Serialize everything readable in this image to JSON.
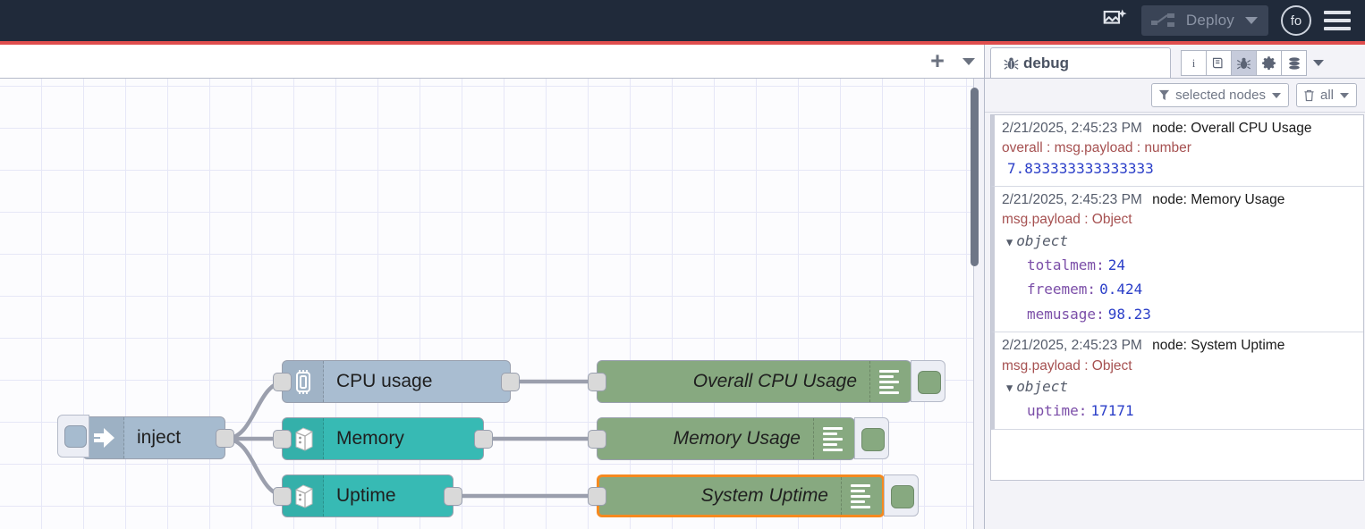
{
  "header": {
    "palette_icon": "image-sparkle-icon",
    "deploy_label": "Deploy",
    "deploy_caret": "chevron-down-icon",
    "avatar_initials": "fo",
    "menu_icon": "hamburger-menu-icon"
  },
  "workspace": {
    "add_tab_icon": "plus-icon",
    "tab_menu_icon": "chevron-down-icon"
  },
  "flow": {
    "inject": {
      "label": "inject",
      "icon": "inject-arrow-icon",
      "button_icon": "inject-button-icon"
    },
    "sources": [
      {
        "label": "CPU usage",
        "icon": "microchip-icon"
      },
      {
        "label": "Memory",
        "icon": "server-icon"
      },
      {
        "label": "Uptime",
        "icon": "server-icon"
      }
    ],
    "debug_nodes": [
      {
        "label": "Overall CPU Usage",
        "icon": "debug-lines-icon",
        "status_icon": "debug-toggle-icon",
        "selected": false
      },
      {
        "label": "Memory Usage",
        "icon": "debug-lines-icon",
        "status_icon": "debug-toggle-icon",
        "selected": false
      },
      {
        "label": "System Uptime",
        "icon": "debug-lines-icon",
        "status_icon": "debug-toggle-icon",
        "selected": true
      }
    ]
  },
  "sidebar": {
    "tab_label": "debug",
    "tab_icon": "bug-icon",
    "icons": [
      {
        "name": "info-icon",
        "glyph": "i",
        "active": false
      },
      {
        "name": "book-icon",
        "glyph": "⌸",
        "active": false
      },
      {
        "name": "bug-icon",
        "glyph": "☸",
        "active": true
      },
      {
        "name": "gear-icon",
        "glyph": "⚙",
        "active": false
      },
      {
        "name": "context-stack-icon",
        "glyph": "≡",
        "active": false
      }
    ],
    "caret_icon": "chevron-down-icon",
    "filters": [
      {
        "name": "filter-selected-nodes",
        "icon": "funnel-icon",
        "label": "selected nodes",
        "caret": "chevron-down-icon"
      },
      {
        "name": "clear-all",
        "icon": "trash-icon",
        "label": "all",
        "caret": "chevron-down-icon"
      }
    ],
    "messages": [
      {
        "timestamp": "2/21/2025, 2:45:23 PM",
        "node": "node: Overall CPU Usage",
        "topic": "overall : msg.payload : number",
        "kind": "value",
        "value": "7.833333333333333"
      },
      {
        "timestamp": "2/21/2025, 2:45:23 PM",
        "node": "node: Memory Usage",
        "topic": "msg.payload : Object",
        "kind": "object",
        "object_label": "object",
        "props": [
          {
            "key": "totalmem:",
            "val": "24"
          },
          {
            "key": "freemem:",
            "val": "0.424"
          },
          {
            "key": "memusage:",
            "val": "98.23"
          }
        ]
      },
      {
        "timestamp": "2/21/2025, 2:45:23 PM",
        "node": "node: System Uptime",
        "topic": "msg.payload : Object",
        "kind": "object",
        "object_label": "object",
        "props": [
          {
            "key": "uptime:",
            "val": "17171"
          }
        ]
      }
    ]
  },
  "colors": {
    "header_bg": "#202a3a",
    "accent_red": "#df4d4d",
    "node_blue": "#a6bbcf",
    "node_teal": "#37bab4",
    "node_green": "#87a980",
    "selection_orange": "#f5891f"
  }
}
